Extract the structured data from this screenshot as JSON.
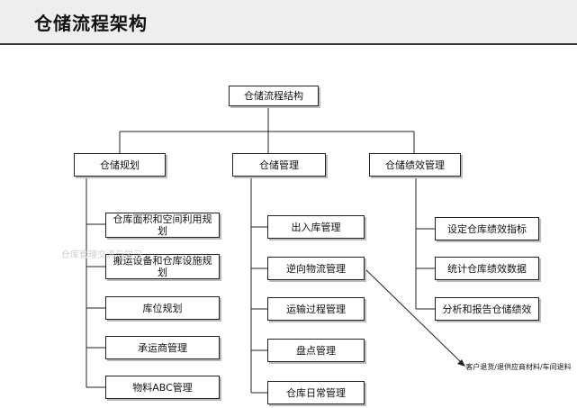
{
  "page_title": "仓储流程架构",
  "root": "仓储流程结构",
  "columns": [
    {
      "label": "仓储规划",
      "items": [
        "仓库面积和空间利用规划",
        "搬运设备和仓库设施规划",
        "库位规划",
        "承运商管理",
        "物料ABC管理"
      ]
    },
    {
      "label": "仓储管理",
      "items": [
        "出入库管理",
        "逆向物流管理",
        "运输过程管理",
        "盘点管理",
        "仓库日常管理"
      ]
    },
    {
      "label": "仓储绩效管理",
      "items": [
        "设定仓库绩效指标",
        "统计仓库绩效数据",
        "分析和报告仓储绩效"
      ]
    }
  ],
  "note": "客户退货/退供应商材料/车间退料",
  "watermark": "仓库管理交流与学习"
}
